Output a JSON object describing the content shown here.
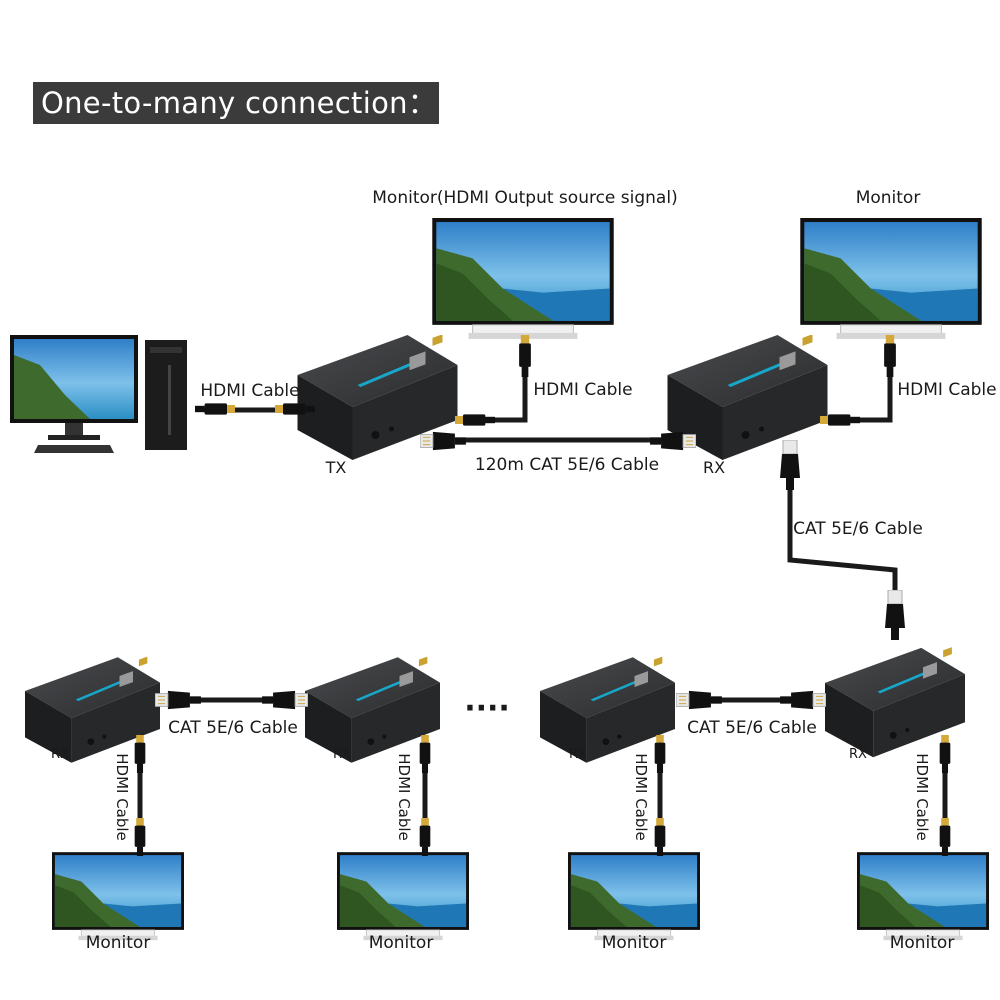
{
  "title": "One-to-many connection：",
  "labels": {
    "monitor_output": "Monitor(HDMI Output source signal)",
    "monitor": "Monitor",
    "hdmi_cable": "HDMI Cable",
    "cat_cable_long": "120m CAT 5E/6 Cable",
    "cat_cable": "CAT 5E/6 Cable",
    "tx": "TX",
    "rx": "RX",
    "ellipsis": "····"
  },
  "colors": {
    "banner": "#3b3b3b",
    "cable": "#1a1a1a",
    "device_body": "#2e2f31",
    "device_accent": "#17a7c9",
    "gold_connector": "#d4a93a"
  }
}
